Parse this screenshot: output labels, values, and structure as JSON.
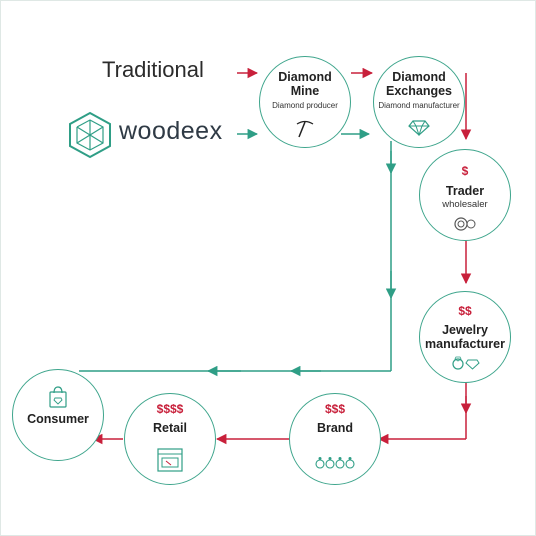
{
  "legend": {
    "traditional_label": "Traditional",
    "brand_name": "woodeex"
  },
  "colors": {
    "traditional_path": "#c8203b",
    "woodeex_path": "#2f9e86",
    "node_border": "#3ea58c",
    "price": "#c8203b"
  },
  "nodes": {
    "mine": {
      "title_1": "Diamond",
      "title_2": "Mine",
      "subtitle": "Diamond producer",
      "icon": "pickaxe-icon"
    },
    "exchanges": {
      "title_1": "Diamond",
      "title_2": "Exchanges",
      "subtitle": "Diamond manufacturer",
      "icon": "diamond-icon"
    },
    "trader": {
      "price": "$",
      "title": "Trader",
      "subtitle": "wholesaler",
      "icon": "loupe-icon"
    },
    "jewelry": {
      "price": "$$",
      "title_1": "Jewelry",
      "title_2": "manufacturer",
      "icon": "ring-diamond-icon"
    },
    "brand": {
      "price": "$$$",
      "title": "Brand",
      "icon": "rings-icon"
    },
    "retail": {
      "price": "$$$$",
      "title": "Retail",
      "icon": "shop-window-icon"
    },
    "consumer": {
      "title": "Consumer",
      "icon": "shopping-bag-icon"
    }
  }
}
